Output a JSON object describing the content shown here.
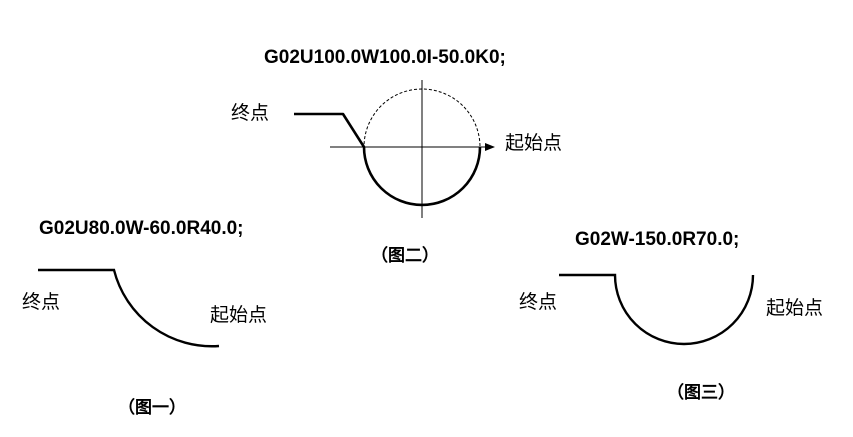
{
  "figure2": {
    "code": "G02U100.0W100.0I-50.0K0;",
    "end_label": "终点",
    "start_label": "起始点",
    "caption": "（图二）"
  },
  "figure1": {
    "code": "G02U80.0W-60.0R40.0;",
    "end_label": "终点",
    "start_label": "起始点",
    "caption": "（图一）"
  },
  "figure3": {
    "code": "G02W-150.0R70.0;",
    "end_label": "终点",
    "start_label": "起始点",
    "caption": "（图三）"
  },
  "colors": {
    "stroke": "#000000",
    "background": "#ffffff"
  }
}
